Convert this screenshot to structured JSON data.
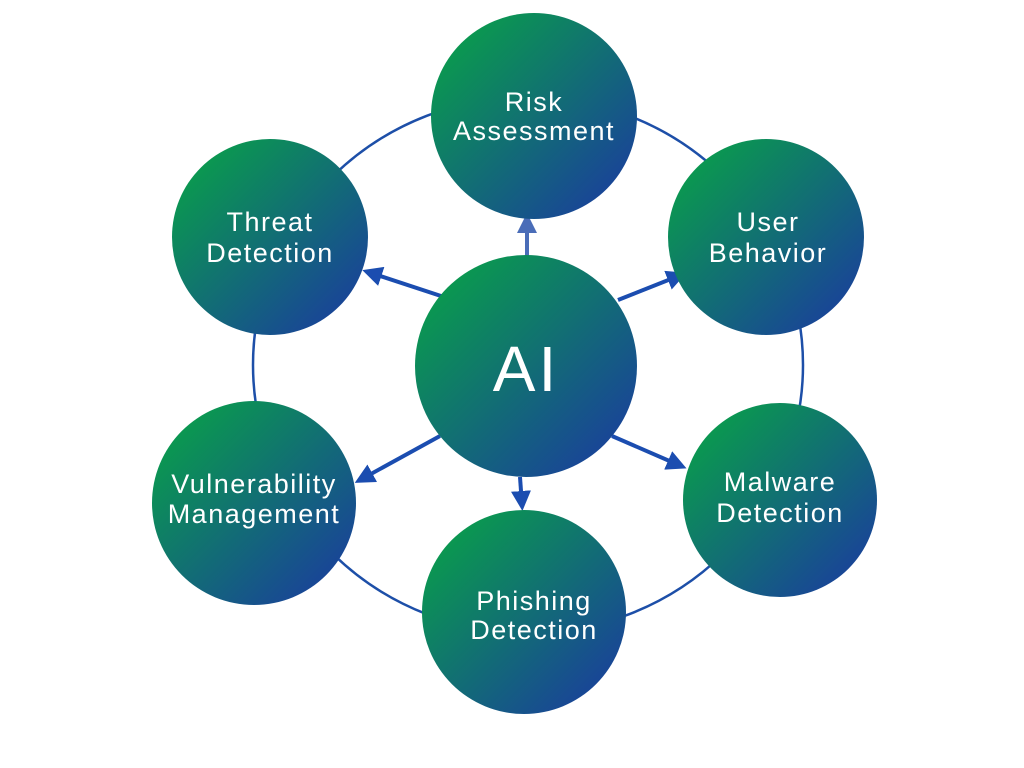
{
  "center": {
    "label": "AI"
  },
  "nodes": [
    {
      "id": "risk-assessment",
      "lines": [
        "Risk",
        "Assessment"
      ]
    },
    {
      "id": "user-behavior",
      "lines": [
        "User",
        "Behavior"
      ]
    },
    {
      "id": "malware-detection",
      "lines": [
        "Malware",
        "Detection"
      ]
    },
    {
      "id": "phishing-detection",
      "lines": [
        "Phishing",
        "Detection"
      ]
    },
    {
      "id": "vulnerability-management",
      "lines": [
        "Vulnerability",
        "Management"
      ]
    },
    {
      "id": "threat-detection",
      "lines": [
        "Threat",
        "Detection"
      ]
    }
  ],
  "colors": {
    "gradient_start": "#0a9a4e",
    "gradient_end": "#1a3f9c",
    "ring": "#1d4fa8",
    "arrow": "#1b4db0",
    "arrow_top": "#4a6db8",
    "text": "#ffffff"
  }
}
